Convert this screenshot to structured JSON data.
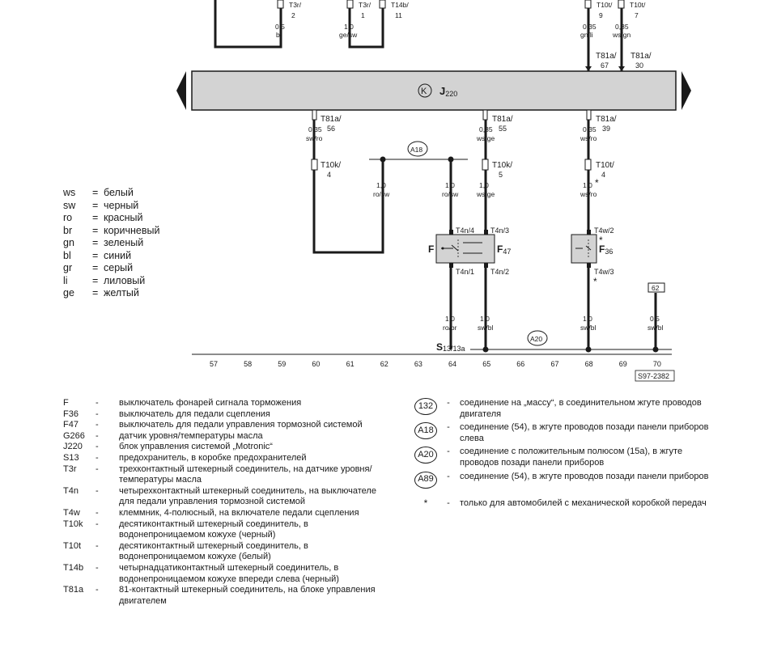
{
  "top_connectors": [
    {
      "label": "T3r/",
      "num": "2",
      "size": "0,5",
      "color": "br"
    },
    {
      "label": "T3r/",
      "num": "1",
      "size": "1,0",
      "color": "ge/sw"
    },
    {
      "label": "T14b/",
      "num": "11",
      "size": "",
      "color": ""
    },
    {
      "label": "T10t/",
      "num": "9",
      "size": "0,35",
      "color": "gn/li"
    },
    {
      "label": "T10t/",
      "num": "7",
      "size": "0,35",
      "color": "ws/gn"
    }
  ],
  "ecu": {
    "name": "J",
    "sub": "220",
    "pins_top": [
      {
        "label": "T81a/",
        "num": "67"
      },
      {
        "label": "T81a/",
        "num": "30"
      }
    ]
  },
  "wires": [
    {
      "pin": "T81a/",
      "pin_num": "56",
      "size1": "0,35",
      "color1": "sw/ro",
      "conn": "T10k/",
      "conn_num": "4"
    },
    {
      "pin": "T81a/",
      "pin_num": "55",
      "size1": "0,35",
      "color1": "ws/ge",
      "conn": "T10k/",
      "conn_num": "5",
      "size2": "1,0",
      "color2": "ws/ge"
    },
    {
      "pin": "T81a/",
      "pin_num": "39",
      "size1": "0,35",
      "color1": "ws/ro",
      "conn": "T10t/",
      "conn_num": "4",
      "size2": "1,0",
      "color2": "ws/ro"
    }
  ],
  "a18": {
    "label": "A18",
    "w1_size": "1,0",
    "w1_color": "ro/sw",
    "w2_size": "1,0",
    "w2_color": "ro/sw"
  },
  "f47": {
    "name": "F",
    "pin_tl": "T4n/4",
    "pin_tr": "T4n/3",
    "pin_bl": "T4n/1",
    "pin_br": "T4n/2",
    "label": "F",
    "sub": "47"
  },
  "f36": {
    "pin_t": "T4w/2",
    "pin_b": "T4w/3",
    "label": "F",
    "sub": "36",
    "star": "*"
  },
  "bottom_wires": [
    {
      "size": "1,0",
      "color": "ro/br"
    },
    {
      "size": "1,0",
      "color": "sw/bl"
    },
    {
      "size": "1,0",
      "color": "sw/bl"
    },
    {
      "size": "0,5",
      "color": "sw/bl"
    }
  ],
  "box_62": "62",
  "s13": {
    "main": "S",
    "sub": "13/13a"
  },
  "a20": "A20",
  "track_numbers": [
    "57",
    "58",
    "59",
    "60",
    "61",
    "62",
    "63",
    "64",
    "65",
    "66",
    "67",
    "68",
    "69",
    "70"
  ],
  "page_id": "S97-2382",
  "color_legend": [
    {
      "code": "ws",
      "eq": "=",
      "name": "белый"
    },
    {
      "code": "sw",
      "eq": "=",
      "name": "черный"
    },
    {
      "code": "ro",
      "eq": "=",
      "name": "красный"
    },
    {
      "code": "br",
      "eq": "=",
      "name": "коричневый"
    },
    {
      "code": "gn",
      "eq": "=",
      "name": "зеленый"
    },
    {
      "code": "bl",
      "eq": "=",
      "name": "синий"
    },
    {
      "code": "gr",
      "eq": "=",
      "name": "серый"
    },
    {
      "code": "li",
      "eq": "=",
      "name": "лиловый"
    },
    {
      "code": "ge",
      "eq": "=",
      "name": "желтый"
    }
  ],
  "components": [
    {
      "code": "F",
      "dash": "-",
      "text": "выключатель фонарей сигнала торможения"
    },
    {
      "code": "F36",
      "dash": "-",
      "text": "выключатель для педали сцепления"
    },
    {
      "code": "F47",
      "dash": "-",
      "text": "выключатель для педали управления тормозной системой"
    },
    {
      "code": "G266",
      "dash": "-",
      "text": "датчик уровня/температуры масла"
    },
    {
      "code": "J220",
      "dash": "-",
      "text": "блок управления системой „Motronic“"
    },
    {
      "code": "S13",
      "dash": "-",
      "text": "предохранитель, в коробке предохранителей"
    },
    {
      "code": "T3r",
      "dash": "-",
      "text": "трехконтактный штекерный соединитель, на датчике уровня/температуры масла"
    },
    {
      "code": "T4n",
      "dash": "-",
      "text": "четырехконтактный штекерный соединитель, на выключателе для педали управления тормозной системой"
    },
    {
      "code": "T4w",
      "dash": "-",
      "text": "клеммник, 4-полюсный, на включателе педали сцепления"
    },
    {
      "code": "T10k",
      "dash": "-",
      "text": "десятиконтактный штекерный соединитель, в водонепроницаемом кожухе (черный)"
    },
    {
      "code": "T10t",
      "dash": "-",
      "text": "десятиконтактный штекерный соединитель, в водонепроницаемом кожухе (белый)"
    },
    {
      "code": "T14b",
      "dash": "-",
      "text": "четырнадцатиконтактный штекерный соединитель, в водонепроницаемом кожухе впереди слева (черный)"
    },
    {
      "code": "T81a",
      "dash": "-",
      "text": "81-контактный штекерный соединитель, на блоке управления двигателем"
    }
  ],
  "connections": [
    {
      "code": "132",
      "dash": "-",
      "text": "соединение на „массу“, в соединительном жгуте проводов двигателя"
    },
    {
      "code": "A18",
      "dash": "-",
      "text": "соединение (54), в жгуте проводов позади панели приборов слева"
    },
    {
      "code": "A20",
      "dash": "-",
      "text": "соединение с положительным полюсом (15а), в жгуте проводов позади панели приборов"
    },
    {
      "code": "A89",
      "dash": "-",
      "text": "соединение (54), в жгуте проводов позади панели приборов"
    }
  ],
  "footnote": {
    "mark": "*",
    "dash": "-",
    "text": "только для автомобилей с механической коробкой передач"
  }
}
